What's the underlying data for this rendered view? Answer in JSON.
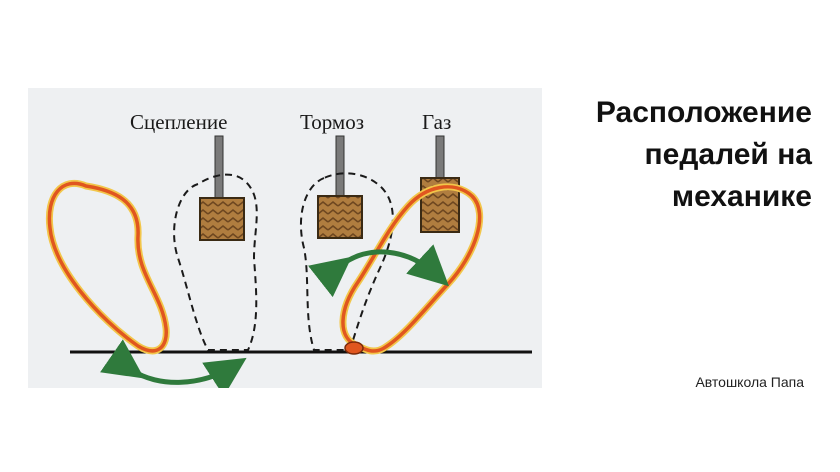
{
  "diagram": {
    "labels": {
      "clutch": "Сцепление",
      "brake": "Тормоз",
      "gas": "Газ"
    },
    "colors": {
      "background": "#eef0f2",
      "pedal_pad": "#a8773b",
      "pedal_stem": "#6b6b6b",
      "foot_outline": "#e0561f",
      "foot_inner_glow": "#f2c64a",
      "dashed_outline": "#1a1a1a",
      "arrow": "#2f7a3c",
      "floor": "#111111"
    },
    "icons": [
      "clutch-pedal-icon",
      "brake-pedal-icon",
      "gas-pedal-icon",
      "heel-pivot-icon"
    ]
  },
  "title": {
    "lines": [
      "Расположение",
      "педалей на",
      "механике"
    ]
  },
  "footer": {
    "brand": "Автошкола Папа"
  }
}
